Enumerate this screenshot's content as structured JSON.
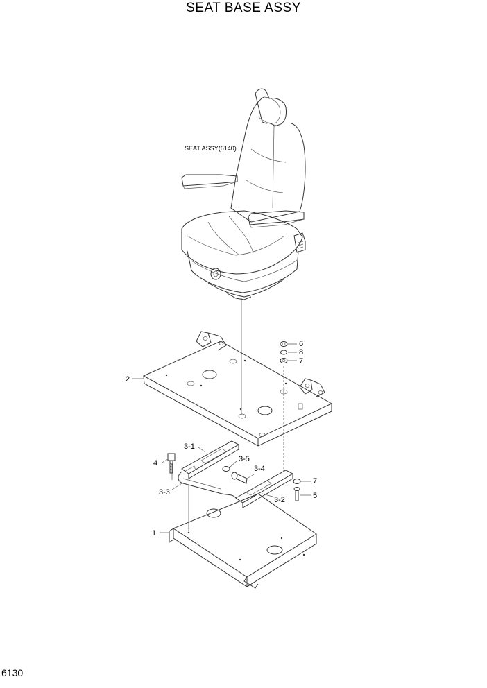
{
  "title": "SEAT BASE ASSY",
  "page_number": "6130",
  "seat_ref": "SEAT ASSY(6140)",
  "callouts": {
    "c1": "1",
    "c2": "2",
    "c3_1": "3-1",
    "c3_2": "3-2",
    "c3_3": "3-3",
    "c3_4": "3-4",
    "c3_5": "3-5",
    "c4": "4",
    "c5": "5",
    "c6": "6",
    "c7a": "7",
    "c7b": "7",
    "c8": "8"
  }
}
